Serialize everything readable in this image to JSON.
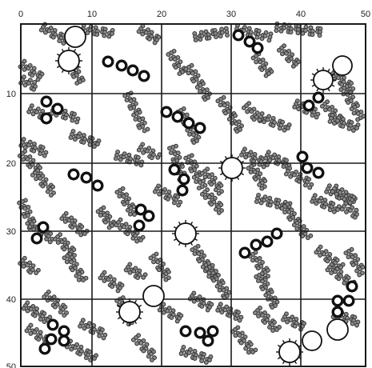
{
  "figure": {
    "x_ticks": [
      "0",
      "10",
      "20",
      "30",
      "40",
      "50"
    ],
    "y_ticks": [
      "10",
      "20",
      "30",
      "40",
      "50"
    ],
    "colors": {
      "background": "#ffffff",
      "grid": "#1a1a1a",
      "chain": "#3a3a3a",
      "particle": "#111111"
    }
  }
}
